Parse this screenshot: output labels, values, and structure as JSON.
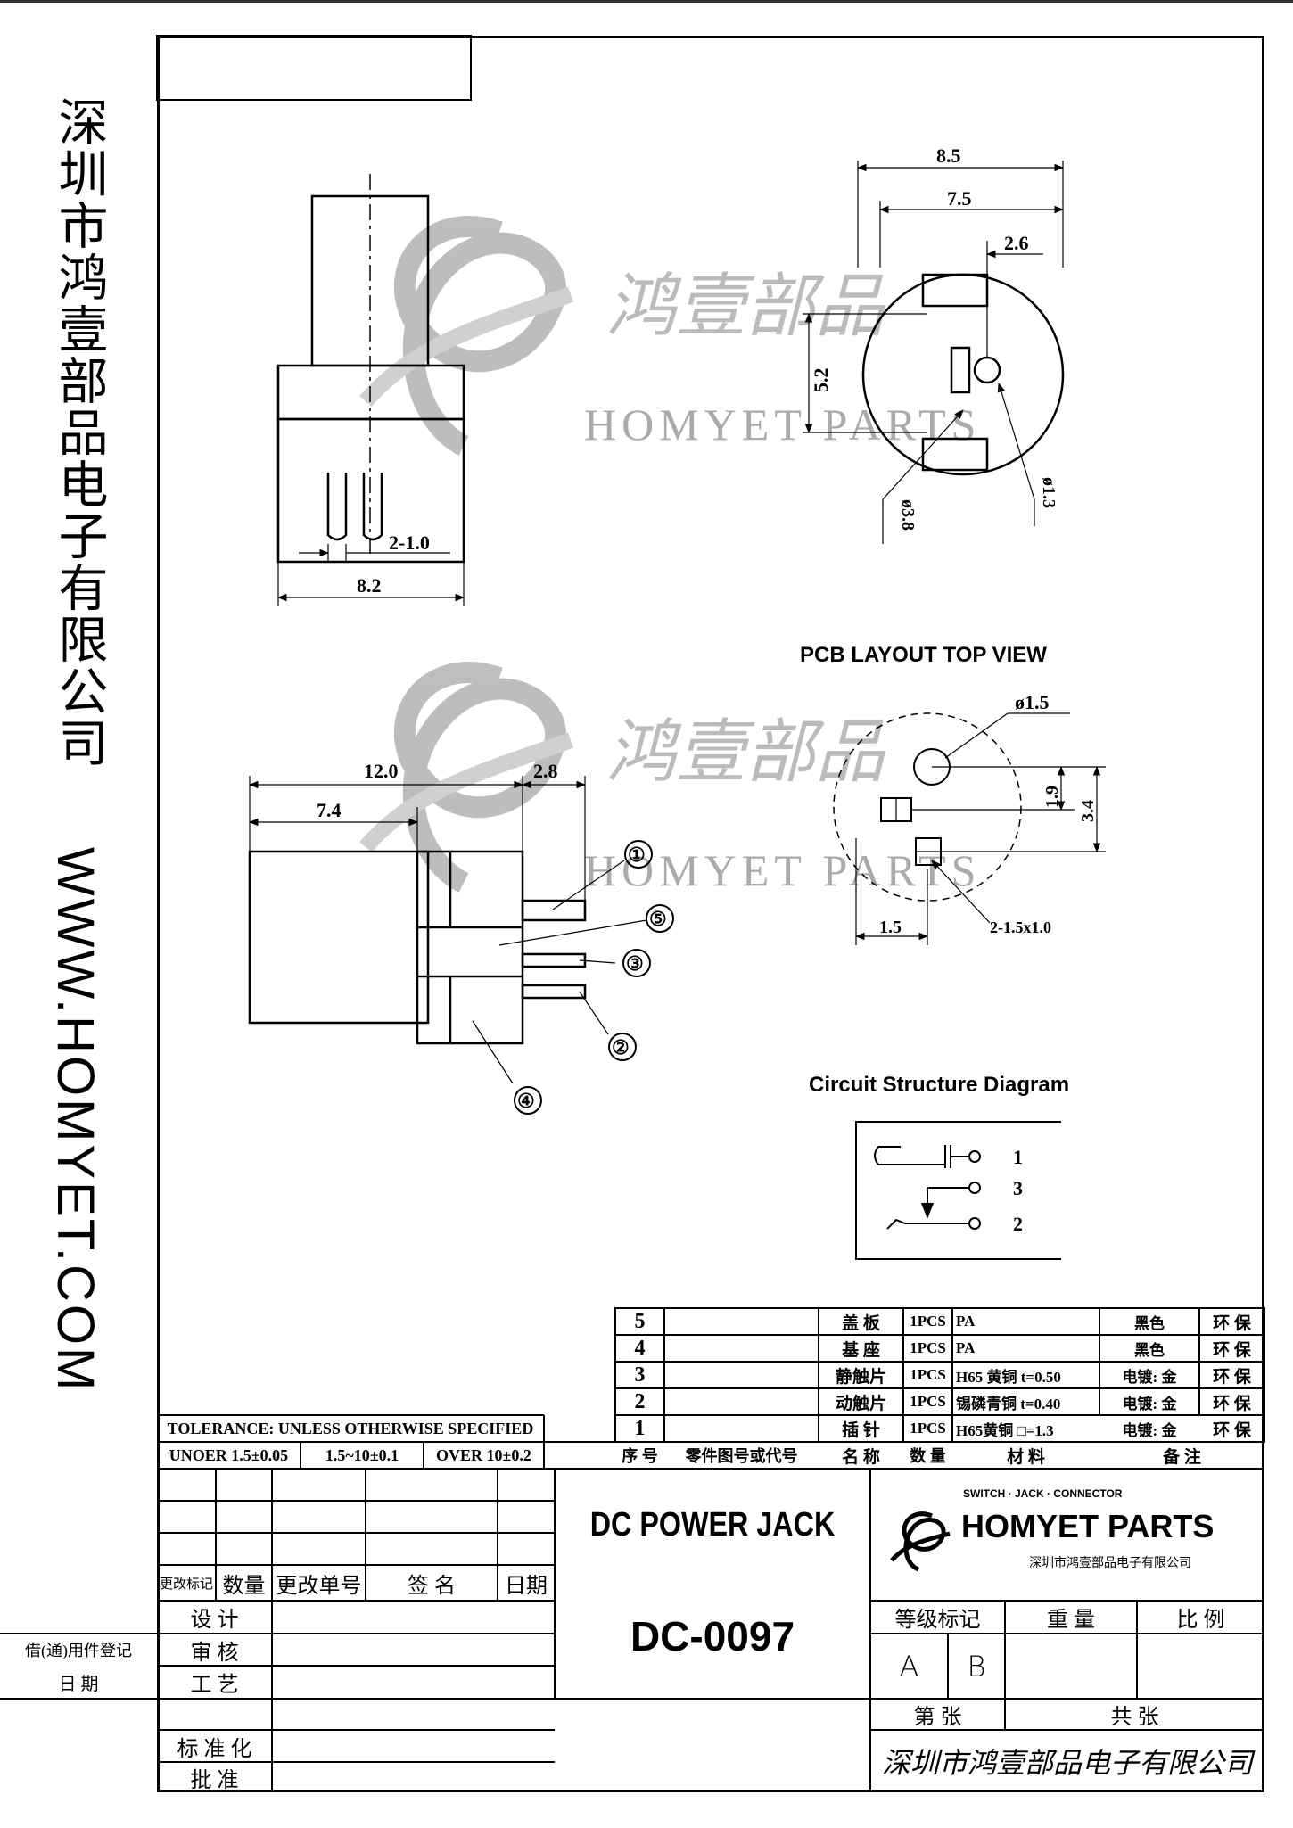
{
  "company_vertical": "深圳市鸿壹部品电子有限公司",
  "website_vertical": "WWW.HOMYET.COM",
  "watermark": {
    "brand_cn": "鸿壹部品",
    "brand_en": "HOMYET PARTS"
  },
  "dims_side": {
    "pin_pitch": "2-1.0",
    "width": "8.2"
  },
  "dims_front": {
    "outer": "8.5",
    "inner": "7.5",
    "offset": "2.6",
    "height": "5.2",
    "d_body": "ø3.8",
    "d_pin": "ø1.3"
  },
  "dims_bottom": {
    "length": "12.0",
    "front": "7.4",
    "back": "2.8"
  },
  "callouts": [
    "①",
    "⑤",
    "③",
    "②",
    "④"
  ],
  "pcb": {
    "title": "PCB LAYOUT TOP VIEW",
    "hole": "ø1.5",
    "d1": "1.9",
    "d2": "3.4",
    "d3": "1.5",
    "slots": "2-1.5x1.0"
  },
  "circuit": {
    "title": "Circuit Structure Diagram",
    "pins": [
      "1",
      "3",
      "2"
    ]
  },
  "bom": {
    "rows": [
      {
        "no": "5",
        "part": "",
        "name": "盖 板",
        "qty": "1PCS",
        "material": "PA",
        "plating": "黑色",
        "note": "环 保"
      },
      {
        "no": "4",
        "part": "",
        "name": "基 座",
        "qty": "1PCS",
        "material": "PA",
        "plating": "黑色",
        "note": "环 保"
      },
      {
        "no": "3",
        "part": "",
        "name": "静触片",
        "qty": "1PCS",
        "material": "H65 黄铜 t=0.50",
        "plating": "电镀: 金",
        "note": "环 保"
      },
      {
        "no": "2",
        "part": "",
        "name": "动触片",
        "qty": "1PCS",
        "material": "锡磷青铜 t=0.40",
        "plating": "电镀: 金",
        "note": "环 保"
      },
      {
        "no": "1",
        "part": "",
        "name": "插 针",
        "qty": "1PCS",
        "material": "H65黄铜 □=1.3",
        "plating": "电镀: 金",
        "note": "环 保"
      }
    ],
    "header": {
      "no": "序 号",
      "part": "零件图号或代号",
      "name": "名 称",
      "qty": "数 量",
      "material": "材 料",
      "note": "备 注"
    }
  },
  "tolerance": {
    "title": "TOLERANCE: UNLESS OTHERWISE SPECIFIED",
    "t1": "UNOER 1.5±0.05",
    "t2": "1.5~10±0.1",
    "t3": "OVER 10±0.2"
  },
  "revision": {
    "mark": "更改标记",
    "count": "数量",
    "order": "更改单号",
    "sign": "签 名",
    "date": "日期"
  },
  "approval": {
    "design": "设 计",
    "review": "审 核",
    "process": "工 艺",
    "standard": "标 准 化",
    "approve": "批 准"
  },
  "left_side": {
    "register": "借(通)用件登记",
    "date": "日 期"
  },
  "product": {
    "name": "DC POWER JACK",
    "model": "DC-0097"
  },
  "logo": {
    "tagline": "SWITCH · JACK · CONNECTOR",
    "brand": "HOMYET PARTS",
    "company": "深圳市鸿壹部品电子有限公司"
  },
  "grade": {
    "label": "等级标记",
    "weight": "重 量",
    "ratio": "比 例",
    "a": "A",
    "b": "B",
    "sheet": "第 张",
    "total": "共 张"
  },
  "signature": "深圳市鸿壹部品电子有限公司"
}
